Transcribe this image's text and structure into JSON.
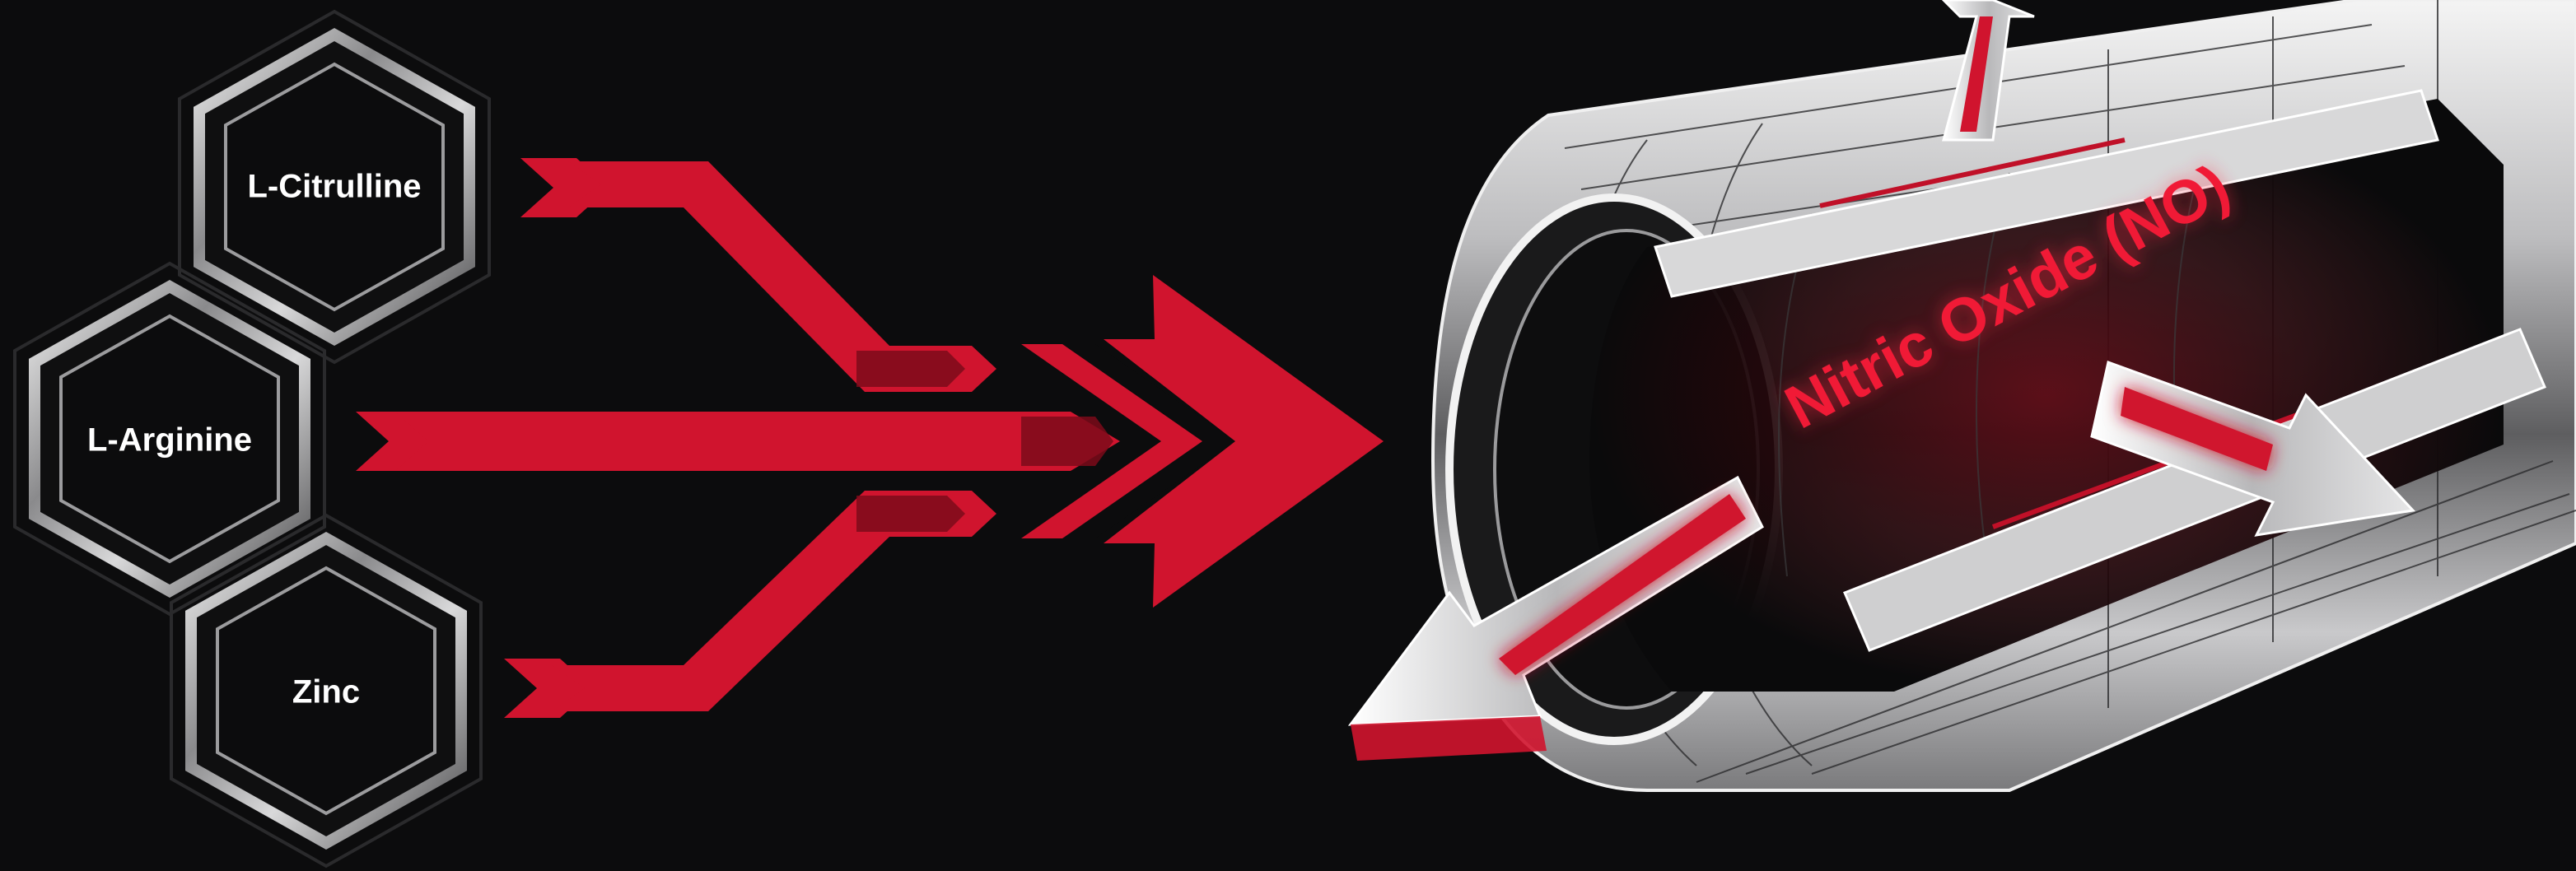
{
  "inputs": [
    {
      "label": "L-Citrulline"
    },
    {
      "label": "L-Arginine"
    },
    {
      "label": "Zinc"
    }
  ],
  "product": {
    "label": "Nitric Oxide (NO)"
  },
  "colors": {
    "background": "#0c0c0d",
    "accent_red": "#d0142e",
    "glow_red": "#ff2a44",
    "metal_light": "#e8e8e8",
    "metal_dark": "#3a3a3c"
  }
}
